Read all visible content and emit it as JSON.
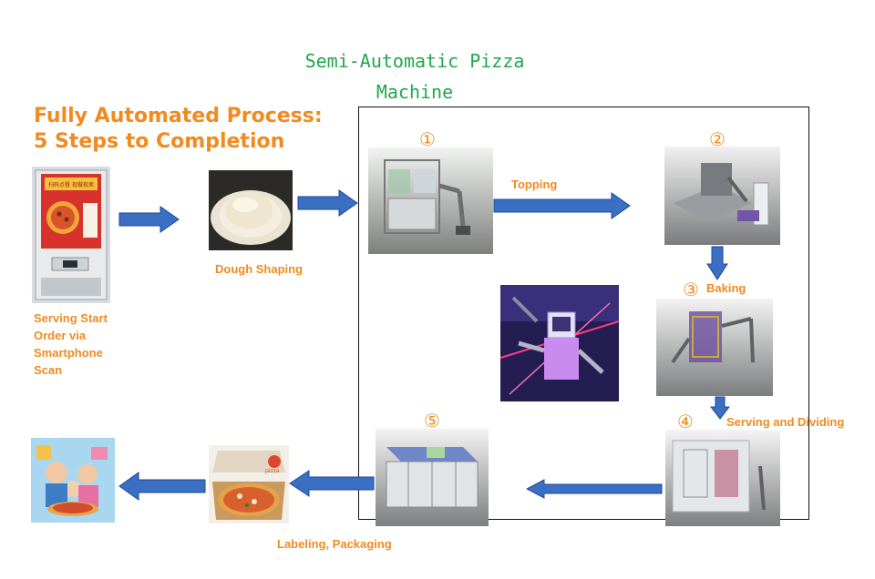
{
  "titles": {
    "machine_line1": "Semi-Automatic Pizza",
    "machine_line2": "Machine",
    "process_line1": "Fully Automated Process:",
    "process_line2": "5 Steps to Completion"
  },
  "labels": {
    "serving_start": [
      "Serving Start",
      "Order via",
      "Smartphone",
      "Scan"
    ],
    "dough_shaping": "Dough Shaping",
    "topping": "Topping",
    "baking": "Baking",
    "serving_dividing": "Serving and Dividing",
    "labeling_packaging": "Labeling, Packaging"
  },
  "steps": [
    "①",
    "②",
    "③",
    "④",
    "⑤"
  ],
  "kiosk_screen_text": "扫码点餐 现做现卖",
  "box_text": "pizza",
  "colors": {
    "title_green": "#1fa84a",
    "title_orange": "#f28a1e",
    "arrow_blue": "#3a6fc4",
    "arrow_border": "#1f4a96"
  }
}
